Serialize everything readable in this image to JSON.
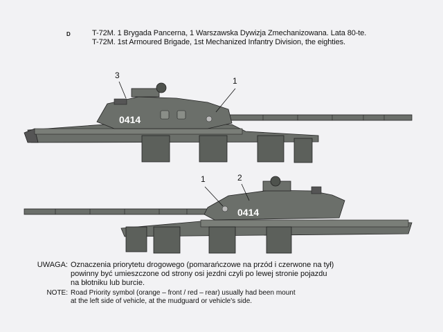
{
  "ref_letter": "D",
  "title_pl": "T-72M. 1 Brygada Pancerna, 1 Warszawska Dywizja Zmechanizowana. Lata 80-te.",
  "title_en": "T-72M. 1st Armoured Brigade, 1st Mechanized Infantry Division, the eighties.",
  "tank_number": "0414",
  "callouts": {
    "c1_top": "1",
    "c3_top": "3",
    "c1_bottom": "1",
    "c2_bottom": "2"
  },
  "uwaga": {
    "label": "UWAGA:",
    "lines": [
      "Oznaczenia priorytetu drogowego (pomarańczowe na przód i czerwone na tył)",
      "powinny być umieszczone od strony osi jezdni czyli po lewej stronie pojazdu",
      "na błotniku lub burcie."
    ]
  },
  "note": {
    "label": "NOTE:",
    "lines": [
      "Road Priority symbol (orange – front / red – rear) usually had been mount",
      "at the left side of vehicle, at the mudguard or vehicle's side."
    ]
  },
  "colors": {
    "tank_body": "#6b6f6a",
    "tank_dark": "#4e524d",
    "tank_light": "#8a8e88",
    "outline": "#222222"
  }
}
